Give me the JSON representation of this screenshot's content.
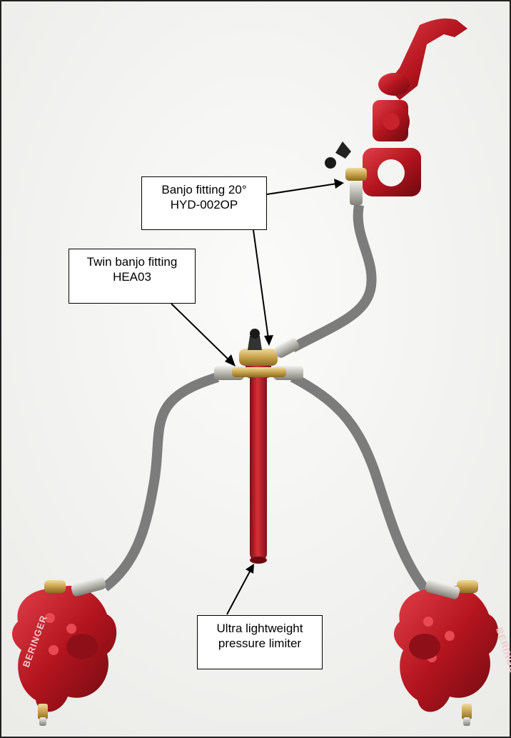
{
  "figure": {
    "callouts": {
      "banjo_fitting_20": {
        "line1": "Banjo fitting 20°",
        "line2": "HYD-002OP"
      },
      "twin_banjo_fitting": {
        "line1": "Twin banjo fitting",
        "line2": "HEA03"
      },
      "pressure_limiter": {
        "line1": "Ultra lightweight",
        "line2": "pressure limiter"
      }
    },
    "logo_text": {
      "left_caliper": "BERINGER",
      "right_caliper": "BERINGER"
    },
    "colors": {
      "hose": "#7c7c7c",
      "anodized_red": "#b3141e",
      "brass": "#c9a24a",
      "background": "#f4f4f2"
    }
  }
}
